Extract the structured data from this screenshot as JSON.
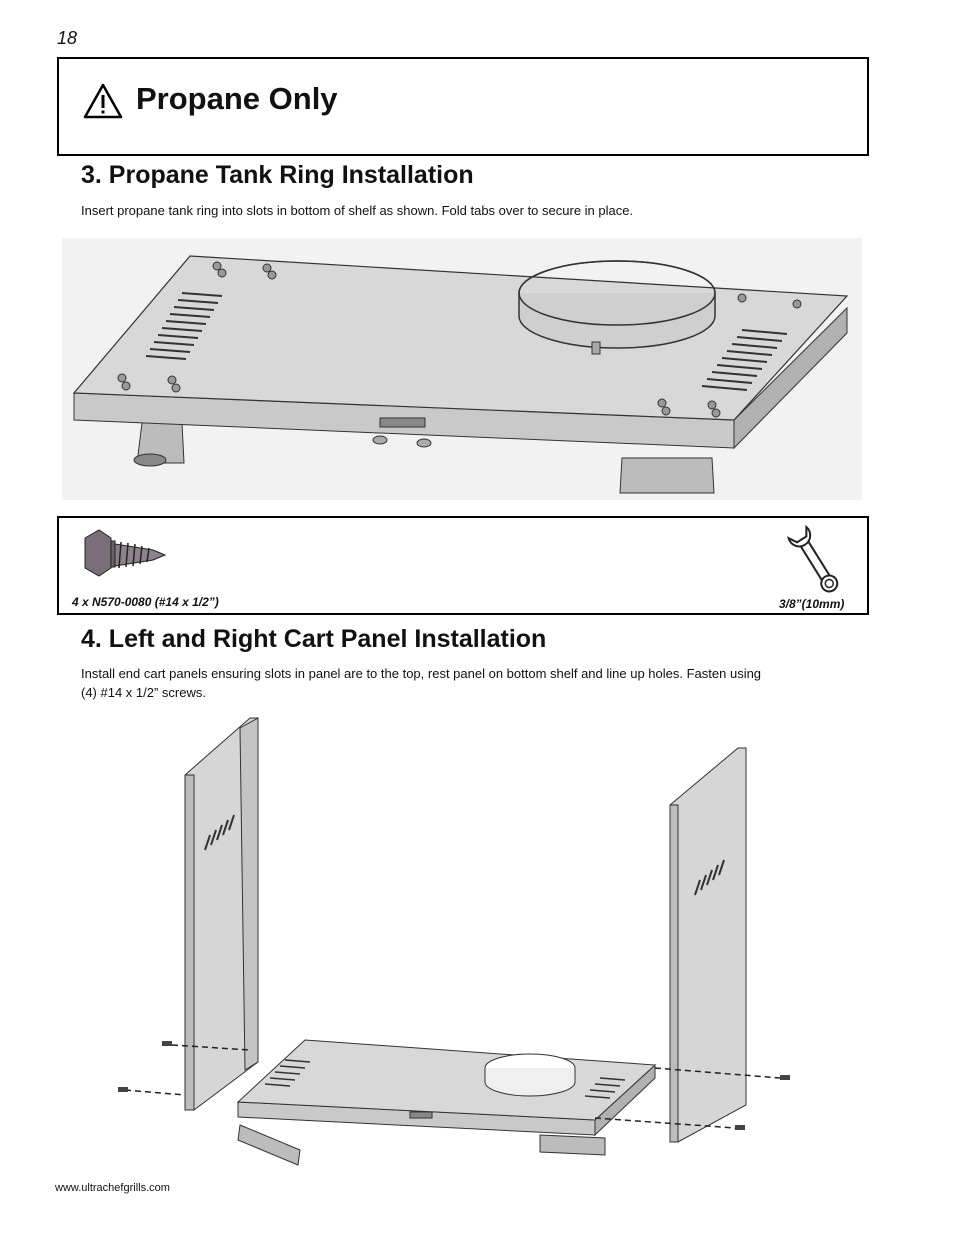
{
  "page": {
    "number": "18",
    "footer_url": "www.ultrachefgrills.com"
  },
  "warning": {
    "title": "Propane Only",
    "icon": "warning-triangle-icon"
  },
  "section3": {
    "heading": "3. Propane Tank Ring Installation",
    "text": "Insert propane tank ring into slots in bottom of shelf as shown.  Fold tabs over to secure in place."
  },
  "parts": {
    "screw_label": "4 x N570-0080 (#14 x 1/2”)",
    "wrench_label": "3/8”(10mm)",
    "screw_icon": "screw-icon",
    "wrench_icon": "wrench-icon"
  },
  "section4": {
    "heading": "4. Left and Right Cart Panel Installation",
    "text_line1": "Install end cart panels ensuring slots in panel are to the top, rest panel on bottom shelf and line up holes.  Fasten using",
    "text_line2": "(4) #14 x 1/2” screws."
  }
}
